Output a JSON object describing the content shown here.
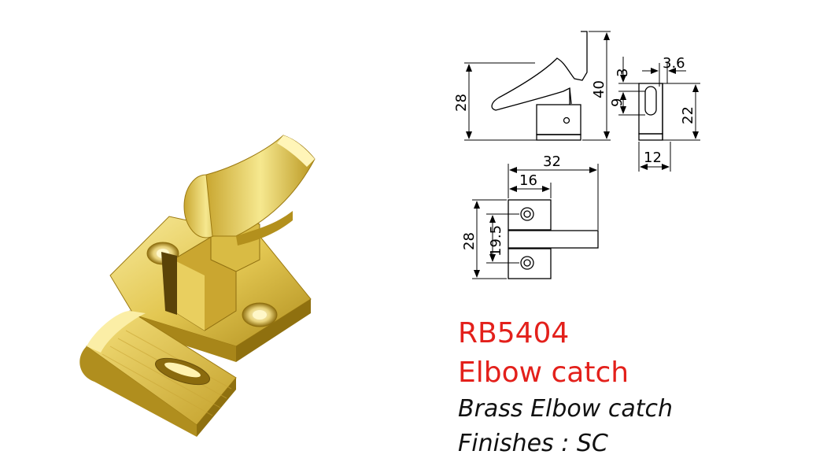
{
  "product": {
    "code": "RB5404",
    "name": "Elbow catch",
    "material": "Brass Elbow catch",
    "finishes": "Finishes : SC"
  },
  "dimensions": {
    "side_height_total": "28",
    "side_height_arm": "40",
    "end_top": "3",
    "end_slot_width": "3.6",
    "end_slot_height": "9",
    "end_height": "22",
    "end_width": "12",
    "plan_length": "32",
    "plan_half": "16",
    "plan_height": "28",
    "plan_hole_spacing": "19.5"
  },
  "colors": {
    "accent": "#e3201b",
    "brass_light": "#f3e48a",
    "brass_mid": "#d8b93a",
    "brass_dark": "#9c7a12"
  },
  "icons": {
    "photo": "brass-elbow-catch-photo"
  }
}
